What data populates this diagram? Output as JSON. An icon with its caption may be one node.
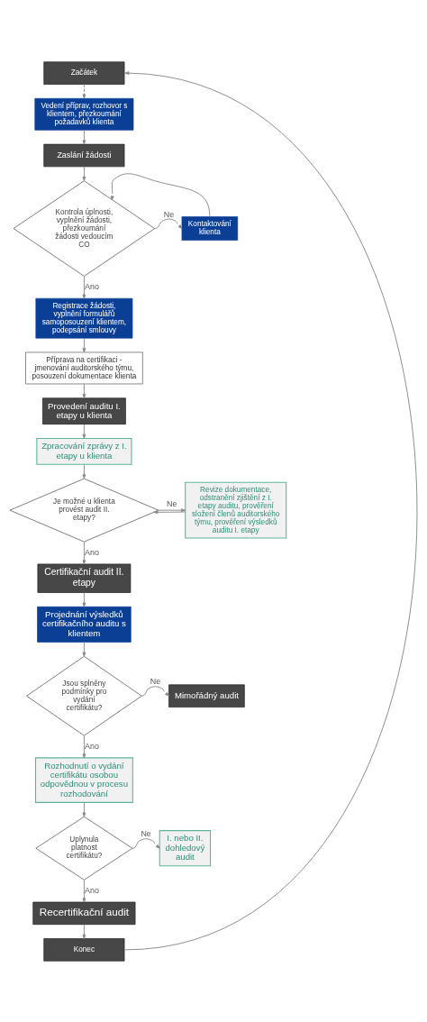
{
  "diagram": {
    "nodes": [
      {
        "text": [
          "Začátek"
        ]
      },
      {
        "text": [
          "Vedení příprav, rozhovor s klientem, přezkoumání požadavků klienta"
        ]
      },
      {
        "text": [
          "Zaslání žádosti"
        ]
      },
      {
        "text": [
          "Kontrola úplnosti, vyplnění žádosti, přezkoumání žádosti vedoucím CO"
        ]
      },
      {
        "text": [
          "Kontaktování klienta"
        ]
      },
      {
        "text": [
          "Registrace žádosti, vyplnění formulářů samoposouzení klientem, podepsání smlouvy"
        ]
      },
      {
        "text": [
          "Příprava na certifikaci - jmenování auditorského týmu, posouzení dokumentace klienta"
        ]
      },
      {
        "text": [
          "Provedení auditu I. etapy u klienta"
        ]
      },
      {
        "text": [
          "Zpracování zprávy z I. etapy u klienta"
        ]
      },
      {
        "text": [
          "Je možné u klienta provést audit II. etapy?"
        ]
      },
      {
        "text": [
          "Revize dokumentace, odstranění zjištění z I. etapy auditu, prověření složení členů auditorského týmu, prověření výsledků auditu I. etapy"
        ]
      },
      {
        "text": [
          "Certifikační audit II. etapy"
        ]
      },
      {
        "text": [
          "Projednání výsledků certifikačního auditu s klientem"
        ]
      },
      {
        "text": [
          "Jsou splněny podmínky pro vydání certifikátu?"
        ]
      },
      {
        "text": [
          "Mimořádný audit"
        ]
      },
      {
        "text": [
          "Rozhodnutí o vydání certifikátu osobou odpovědnou v procesu rozhodování"
        ]
      },
      {
        "text": [
          "Uplynula platnost certifikátu?"
        ]
      },
      {
        "text": [
          "I. nebo II. dohledový audit"
        ]
      },
      {
        "text": [
          "Recertifikační audit"
        ]
      },
      {
        "text": [
          "Konec"
        ]
      }
    ],
    "edges": [
      {
        "from": 0,
        "to": 1,
        "arrow": "to",
        "style": "dashed"
      },
      {
        "from": 1,
        "to": 2,
        "arrow": "to"
      },
      {
        "from": 2,
        "to": 3,
        "arrow": "to"
      },
      {
        "from": 3,
        "to": 4,
        "arrow": "to",
        "label": "Ne"
      },
      {
        "from": 4,
        "to": 3,
        "arrow": "to"
      },
      {
        "from": 3,
        "to": 5,
        "arrow": "to",
        "label": "Ano"
      },
      {
        "from": 5,
        "to": 6,
        "arrow": "to"
      },
      {
        "from": 6,
        "to": 7,
        "arrow": "to"
      },
      {
        "from": 7,
        "to": 8,
        "arrow": "to"
      },
      {
        "from": 8,
        "to": 9,
        "arrow": "to"
      },
      {
        "from": 9,
        "to": 10,
        "arrow": "to",
        "label": "Ne"
      },
      {
        "from": 10,
        "to": 9,
        "arrow": "to"
      },
      {
        "from": 9,
        "to": 11,
        "arrow": "to",
        "label": "Ano"
      },
      {
        "from": 11,
        "to": 12,
        "arrow": "to"
      },
      {
        "from": 12,
        "to": 13,
        "arrow": "to"
      },
      {
        "from": 13,
        "to": 14,
        "arrow": "to",
        "label": "Ne"
      },
      {
        "from": 13,
        "to": 15,
        "arrow": "to",
        "label": "Ano"
      },
      {
        "from": 15,
        "to": 16,
        "arrow": "to"
      },
      {
        "from": 16,
        "to": 17,
        "arrow": "to",
        "label": "Ne"
      },
      {
        "from": 16,
        "to": 18,
        "arrow": "to",
        "label": "Ano"
      },
      {
        "from": 18,
        "to": 19,
        "arrow": "to"
      },
      {
        "from": 19,
        "to": 0,
        "arrow": "to"
      }
    ]
  }
}
